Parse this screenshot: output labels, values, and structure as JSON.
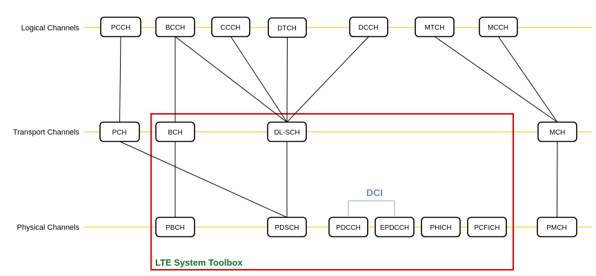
{
  "rows": {
    "logical": "Logical Channels",
    "transport": "Transport Channels",
    "physical": "Physical Channels"
  },
  "nodes": {
    "pcch": "PCCH",
    "bcch": "BCCH",
    "ccch": "CCCH",
    "dtch": "DTCH",
    "dcch": "DCCH",
    "mtch": "MTCH",
    "mcch": "MCCH",
    "pch": "PCH",
    "bch": "BCH",
    "dlsch": "DL-SCH",
    "mch": "MCH",
    "pbch": "PBCH",
    "pdsch": "PDSCH",
    "pdcch": "PDCCH",
    "epdcch": "EPDCCH",
    "phich": "PHICH",
    "pcfich": "PCFICH",
    "pmch": "PMCH"
  },
  "group": {
    "label": "LTE System Toolbox",
    "label_color": "#1a6b2a",
    "frame_color": "#e00000"
  },
  "dci": {
    "label": "DCI",
    "color": "#6f8fae"
  },
  "lane_color": "#f2c200",
  "edges": [
    [
      "pcch",
      "pch"
    ],
    [
      "bcch",
      "bch"
    ],
    [
      "bcch",
      "dlsch"
    ],
    [
      "ccch",
      "dlsch"
    ],
    [
      "dtch",
      "dlsch"
    ],
    [
      "dcch",
      "dlsch"
    ],
    [
      "mtch",
      "mch"
    ],
    [
      "mcch",
      "mch"
    ],
    [
      "pch",
      "pdsch"
    ],
    [
      "bch",
      "pbch"
    ],
    [
      "dlsch",
      "pdsch"
    ],
    [
      "mch",
      "pmch"
    ]
  ]
}
